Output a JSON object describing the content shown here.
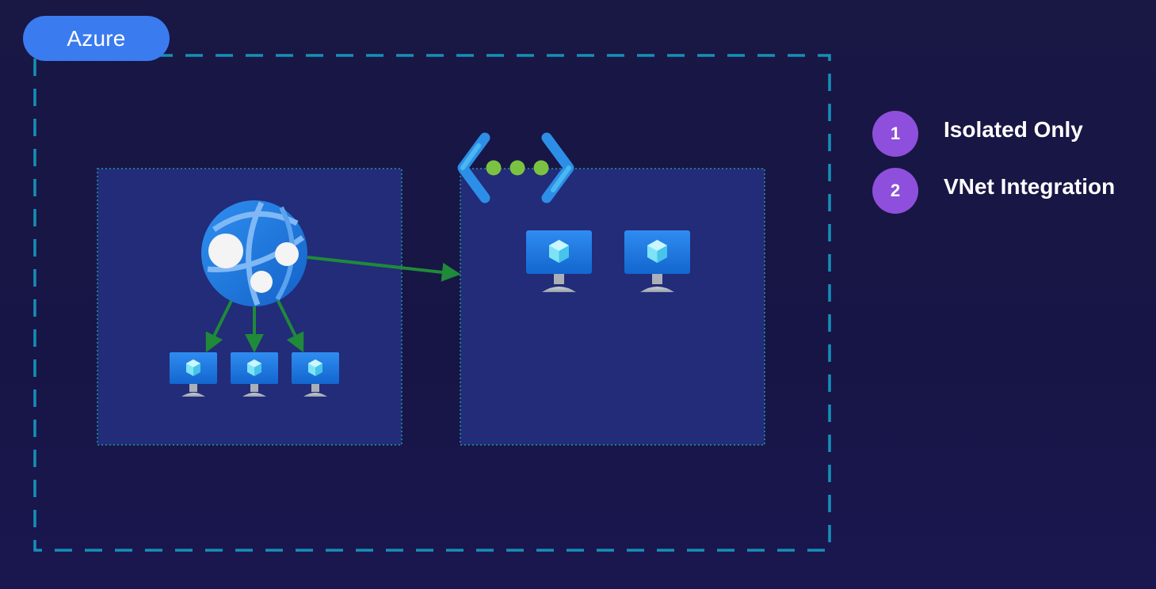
{
  "container": {
    "label": "Azure"
  },
  "legend": {
    "items": [
      {
        "number": "1",
        "label": "Isolated Only"
      },
      {
        "number": "2",
        "label": "VNet Integration"
      }
    ]
  },
  "icons": {
    "web_app": "app-service-globe-icon",
    "vnet": "virtual-network-icon",
    "vm": "virtual-machine-icon"
  },
  "colors": {
    "background": "#181646",
    "dashed_border": "#1590b8",
    "subnet_fill": "#222c78",
    "arrow": "#1f8a3a",
    "pill": "#3b7bf0",
    "badge": "#8e4fdc"
  }
}
